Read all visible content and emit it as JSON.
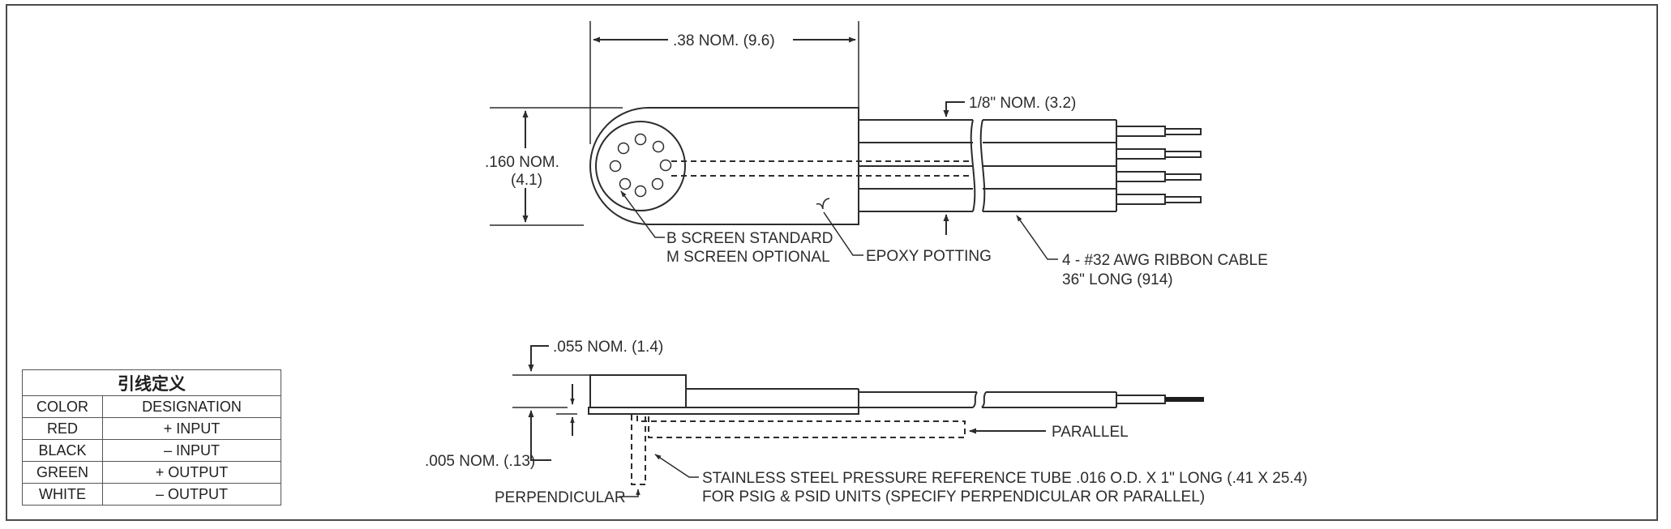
{
  "top_view": {
    "dim_width": ".38 NOM. (9.6)",
    "dim_height_line1": ".160 NOM.",
    "dim_height_line2": "(4.1)",
    "dim_cable": "1/8\" NOM. (3.2)",
    "screen_line1": "B SCREEN STANDARD",
    "screen_line2": "M SCREEN OPTIONAL",
    "epoxy": "EPOXY POTTING",
    "ribbon_line1": "4 - #32 AWG RIBBON CABLE",
    "ribbon_line2": "36\" LONG (914)"
  },
  "side_view": {
    "dim_top": ".055 NOM. (1.4)",
    "dim_bottom": ".005 NOM. (.13)",
    "parallel": "PARALLEL",
    "perpendicular": "PERPENDICULAR",
    "tube_line1": "STAINLESS STEEL PRESSURE REFERENCE TUBE .016 O.D. X 1\" LONG (.41 X 25.4)",
    "tube_line2": "FOR PSIG & PSID UNITS (SPECIFY PERPENDICULAR OR PARALLEL)"
  },
  "wire_table": {
    "title": "引线定义",
    "headers": [
      "COLOR",
      "DESIGNATION"
    ],
    "rows": [
      [
        "RED",
        "+ INPUT"
      ],
      [
        "BLACK",
        "– INPUT"
      ],
      [
        "GREEN",
        "+ OUTPUT"
      ],
      [
        "WHITE",
        "– OUTPUT"
      ]
    ]
  }
}
